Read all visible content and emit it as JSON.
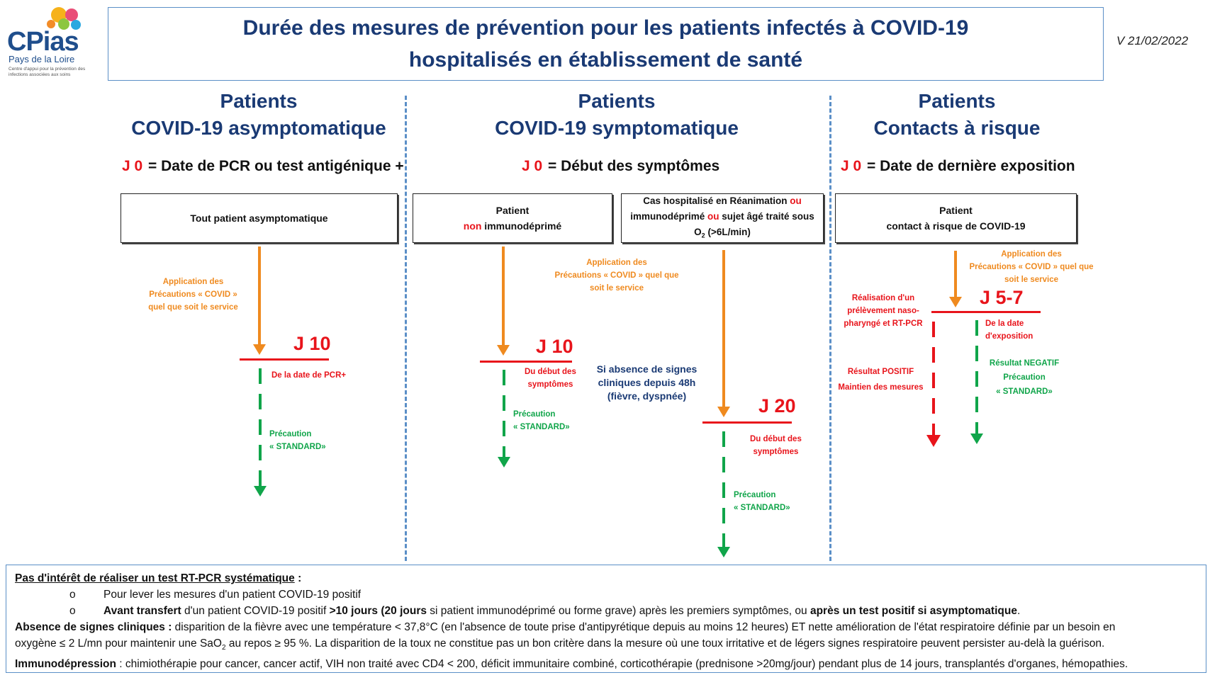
{
  "logo": {
    "word": "CPias",
    "sub": "Pays de la Loire",
    "tagline": "Centre d'appui pour la prévention des infections associées aux soins"
  },
  "title": {
    "line1": "Durée des mesures de prévention pour les patients infectés à COVID-19",
    "line2": "hospitalisés en établissement de santé"
  },
  "version": "V 21/02/2022",
  "columns": [
    {
      "head1": "Patients",
      "head2": "COVID-19 asymptomatique",
      "j0_label": "J 0",
      "j0_text": "= Date de PCR ou test antigénique +"
    },
    {
      "head1": "Patients",
      "head2": "COVID-19 symptomatique",
      "j0_label": "J 0",
      "j0_text": "= Début des symptômes"
    },
    {
      "head1": "Patients",
      "head2": "Contacts à risque",
      "j0_label": "J 0",
      "j0_text": "= Date de dernière exposition"
    }
  ],
  "boxes": {
    "asym": "Tout patient asymptomatique",
    "nonimmuno_l1": "Patient",
    "nonimmuno_red": "non",
    "nonimmuno_l2": " immunodéprimé",
    "rea_a": "Cas hospitalisé en Réanimation ",
    "rea_ou1": "ou",
    "rea_b": "immunodéprimé ",
    "rea_ou2": "ou",
    "rea_c": " sujet âgé traité sous",
    "rea_d": "O",
    "rea_sub": "2",
    "rea_e": " (>6L/min)",
    "contact_l1": "Patient",
    "contact_l2": "contact à risque de COVID-19"
  },
  "flow": {
    "app_asym_1": "Application des",
    "app_asym_2": "Précautions « COVID »",
    "app_asym_3": "quel que soit le service",
    "app_sym_1": "Application des",
    "app_sym_2": "Précautions « COVID »  quel que",
    "app_sym_3": "soit le service",
    "app_ct_1": "Application des",
    "app_ct_2": "Précautions « COVID »  quel que",
    "app_ct_3": "soit le service",
    "j10_a": "J 10",
    "j10_a_note": "De la date de PCR+",
    "j10_b": "J 10",
    "j10_b_note1": "Du début des",
    "j10_b_note2": "symptômes",
    "j20": "J 20",
    "j20_note1": "Du début des",
    "j20_note2": "symptômes",
    "j57": "J 5-7",
    "standard_1": "Précaution",
    "standard_2": "« STANDARD»",
    "absence_1": "Si absence de signes",
    "absence_2": "cliniques depuis 48h",
    "absence_3": "(fièvre, dyspnée)",
    "prelev_1": "Réalisation d'un",
    "prelev_2": "prélèvement naso-",
    "prelev_3": "pharyngé et RT-PCR",
    "date_expo_1": "De la date",
    "date_expo_2": "d'exposition",
    "pos_1": "Résultat POSITIF",
    "pos_2": "Maintien des mesures",
    "neg_1": "Résultat NEGATIF",
    "neg_2": "Précaution",
    "neg_3": "« STANDARD»"
  },
  "notes": {
    "head": "Pas d'intérêt de réaliser un test RT-PCR systématique",
    "head_colon": " :",
    "bullet_char": "o",
    "b1": "Pour lever les mesures d'un patient COVID-19 positif",
    "b2_bold1": "Avant transfert",
    "b2_t1": " d'un patient COVID-19 positif ",
    "b2_bold2": ">10 jours (20 jours",
    "b2_t2": " si patient immunodéprimé ou forme grave) après les premiers symptômes, ou ",
    "b2_bold3": "après un test positif si asymptomatique",
    "b2_t3": ".",
    "abs_bold": "Absence de signes cliniques :",
    "abs_t1": " disparition de la fièvre avec une température < 37,8°C (en l'absence de toute prise d'antipyrétique depuis au moins 12 heures) ET nette amélioration de l'état respiratoire définie par un besoin en",
    "abs_t2a": "oxygène ≤ 2 L/mn pour maintenir une SaO",
    "abs_sub": "2",
    "abs_t2b": " au repos ≥ 95 %. La disparition de la toux ne constitue pas un bon critère dans la mesure où une toux irritative et de légers signes respiratoire peuvent persister au-delà la guérison.",
    "immuno_bold": "Immunodépression",
    "immuno_t": " : chimiothérapie pour cancer, cancer actif, VIH non traité avec CD4 < 200, déficit immunitaire combiné, corticothérapie (prednisone >20mg/jour) pendant plus de 14 jours, transplantés d'organes, hémopathies."
  },
  "colors": {
    "navy": "#1a3a74",
    "red": "#e8141b",
    "orange": "#ef8a1f",
    "green": "#10a54a",
    "frame": "#5b8fc7"
  }
}
